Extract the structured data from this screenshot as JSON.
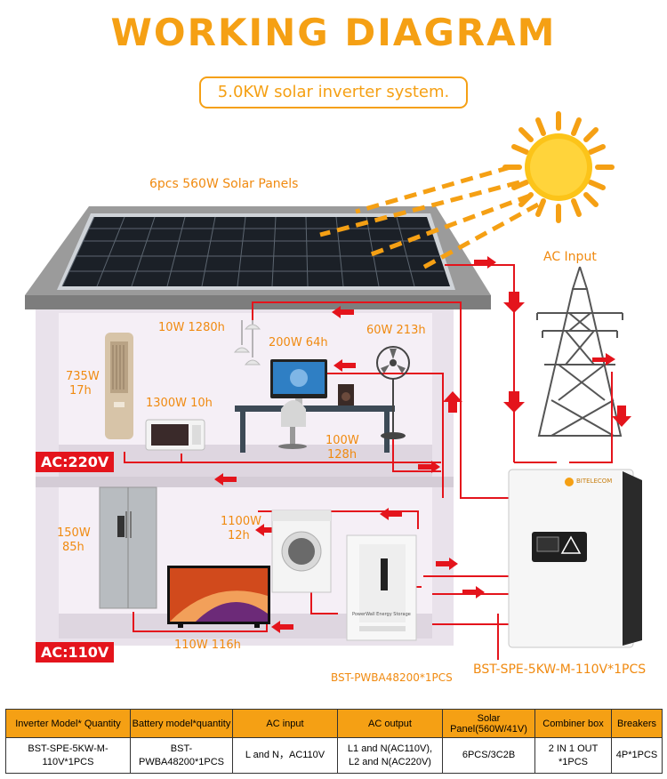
{
  "title": "WORKING DIAGRAM",
  "subtitle": "5.0KW solar inverter system.",
  "labels": {
    "solar_panels": "6pcs 560W Solar Panels",
    "ac_input": "AC Input",
    "lamp": "10W 1280h",
    "computer": "200W 64h",
    "fan": "60W 213h",
    "aircon_power": "735W",
    "aircon_hours": "17h",
    "microwave": "1300W 10h",
    "speaker_power": "100W",
    "speaker_hours": "128h",
    "ac220": "AC:220V",
    "ac110": "AC:110V",
    "washer_power": "1100W",
    "washer_hours": "12h",
    "fridge_power": "150W",
    "fridge_hours": "85h",
    "tv": "110W 116h",
    "battery_model": "BST-PWBA48200*1PCS",
    "inverter_model": "BST-SPE-5KW-M-110V*1PCS",
    "battery_panel_text": "PowerWall Energy Storage",
    "inverter_brand": "BITELECOM"
  },
  "colors": {
    "accent": "#f5a014",
    "arrow": "#e4141c",
    "wire": "#e4141c"
  },
  "icons": [
    "sun-icon",
    "solar-panel-icon",
    "pylon-icon",
    "lamp-icon",
    "computer-icon",
    "fan-icon",
    "aircon-icon",
    "microwave-icon",
    "speaker-icon",
    "fridge-icon",
    "tv-icon",
    "washer-icon",
    "battery-icon",
    "inverter-icon"
  ],
  "table": {
    "headers": [
      "Inverter Model* Quantity",
      "Battery model*quantity",
      "AC input",
      "AC output",
      "Solar Panel(560W/41V)",
      "Combiner box",
      "Breakers"
    ],
    "rows": [
      [
        "BST-SPE-5KW-M-110V*1PCS",
        "BST-PWBA48200*1PCS",
        "L and N，AC110V",
        "L1 and N(AC110V),\nL2 and N(AC220V)",
        "6PCS/3C2B",
        "2 IN 1 OUT *1PCS",
        "4P*1PCS"
      ]
    ]
  }
}
